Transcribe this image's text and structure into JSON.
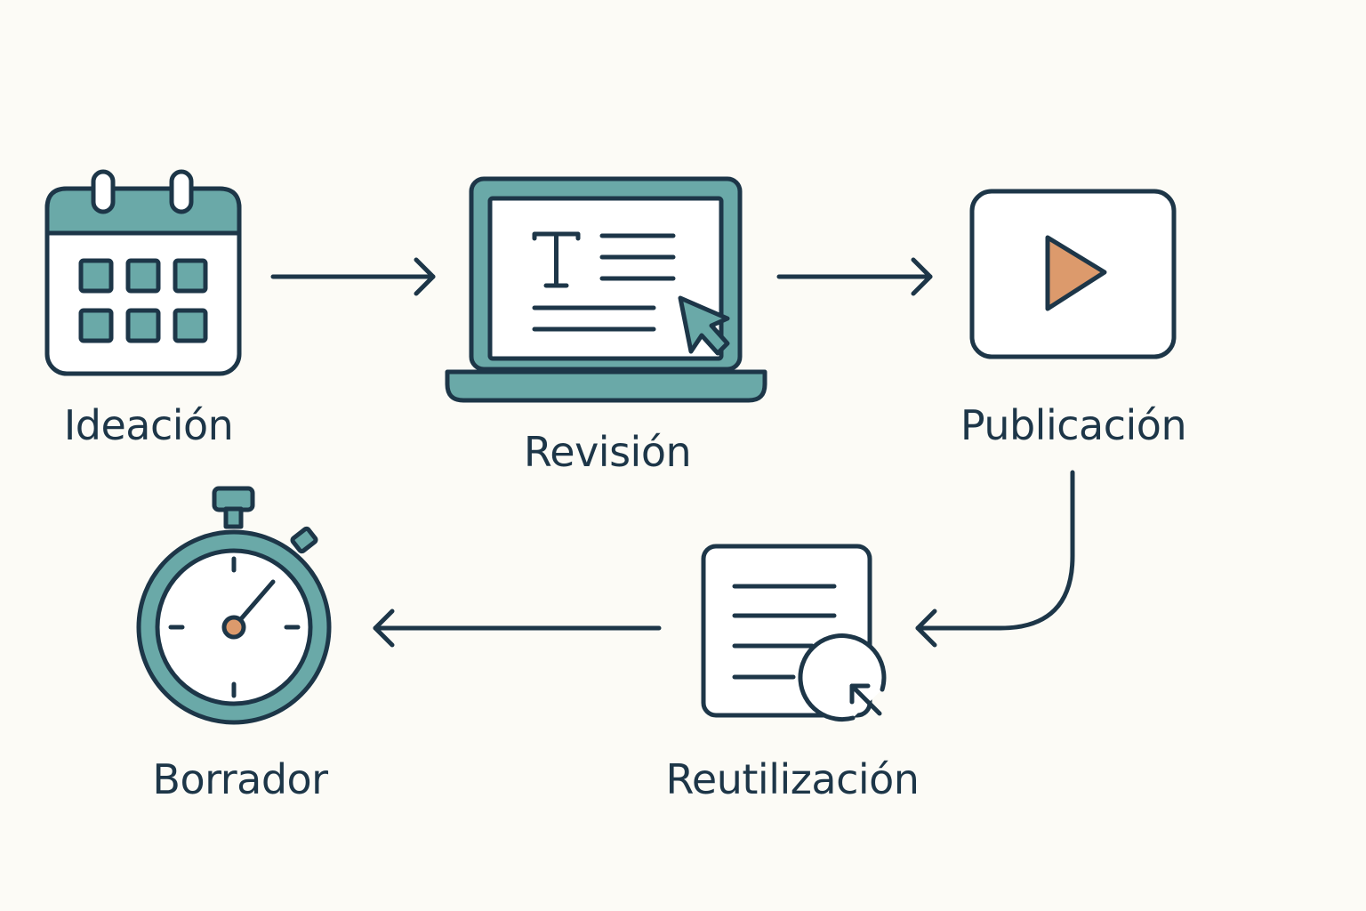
{
  "colors": {
    "background": "#fcfbf6",
    "stroke": "#1d3648",
    "teal": "#6aa9a8",
    "accent_orange": "#dc9a6c",
    "paper": "#ffffff"
  },
  "steps": [
    {
      "id": "ideacion",
      "label": "Ideación",
      "icon": "calendar-icon"
    },
    {
      "id": "revision",
      "label": "Revisión",
      "icon": "laptop-editor-icon"
    },
    {
      "id": "publicacion",
      "label": "Publicación",
      "icon": "play-video-icon"
    },
    {
      "id": "reutilizacion",
      "label": "Reutilización",
      "icon": "document-refresh-icon"
    },
    {
      "id": "borrador",
      "label": "Borrador",
      "icon": "stopwatch-icon"
    }
  ],
  "connections": [
    {
      "from": "ideacion",
      "to": "revision"
    },
    {
      "from": "revision",
      "to": "publicacion"
    },
    {
      "from": "publicacion",
      "to": "reutilizacion"
    },
    {
      "from": "reutilizacion",
      "to": "borrador"
    }
  ]
}
